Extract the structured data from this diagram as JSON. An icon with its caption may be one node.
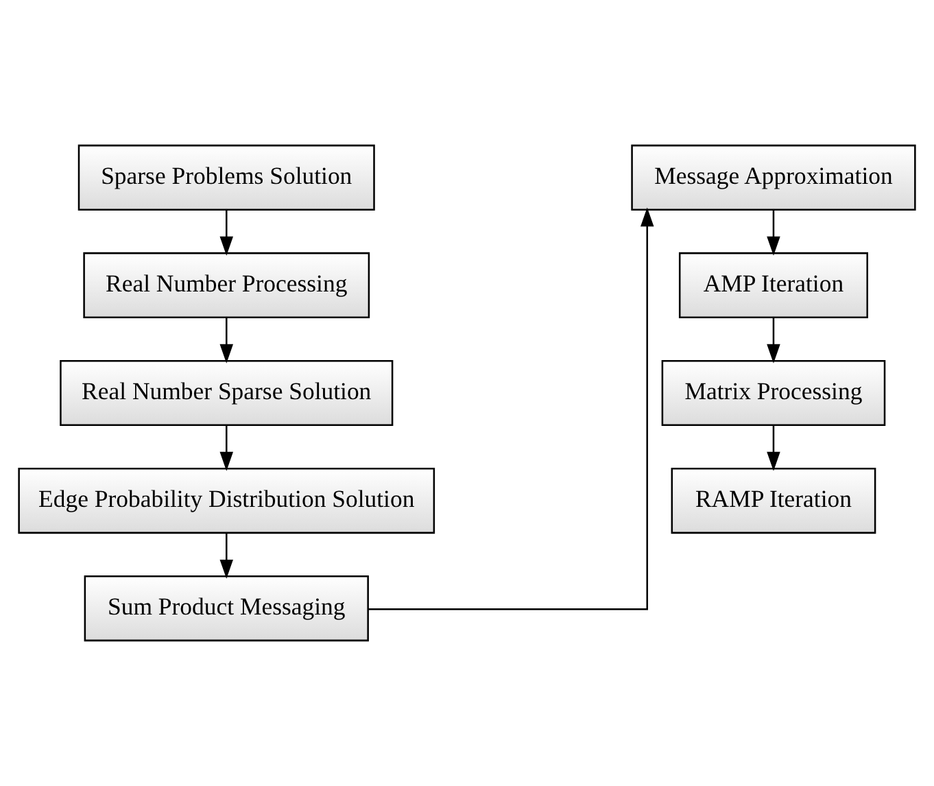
{
  "diagram": {
    "nodes": [
      {
        "text": [
          "Sparse Problems Solution"
        ]
      },
      {
        "text": [
          "Real Number Processing"
        ]
      },
      {
        "text": [
          "Real Number Sparse Solution"
        ]
      },
      {
        "text": [
          "Edge Probability Distribution Solution"
        ]
      },
      {
        "text": [
          "Sum Product Messaging"
        ]
      },
      {
        "text": [
          "Message Approximation"
        ]
      },
      {
        "text": [
          "AMP Iteration"
        ]
      },
      {
        "text": [
          "Matrix Processing"
        ]
      },
      {
        "text": [
          "RAMP Iteration"
        ]
      }
    ],
    "edges": [
      {
        "from": 0,
        "to": 1,
        "arrow": "to"
      },
      {
        "from": 1,
        "to": 2,
        "arrow": "to"
      },
      {
        "from": 2,
        "to": 3,
        "arrow": "to"
      },
      {
        "from": 3,
        "to": 4,
        "arrow": "to"
      },
      {
        "from": 4,
        "to": 5,
        "arrow": "to"
      },
      {
        "from": 5,
        "to": 6,
        "arrow": "to"
      },
      {
        "from": 6,
        "to": 7,
        "arrow": "to"
      },
      {
        "from": 7,
        "to": 8,
        "arrow": "to"
      }
    ]
  }
}
